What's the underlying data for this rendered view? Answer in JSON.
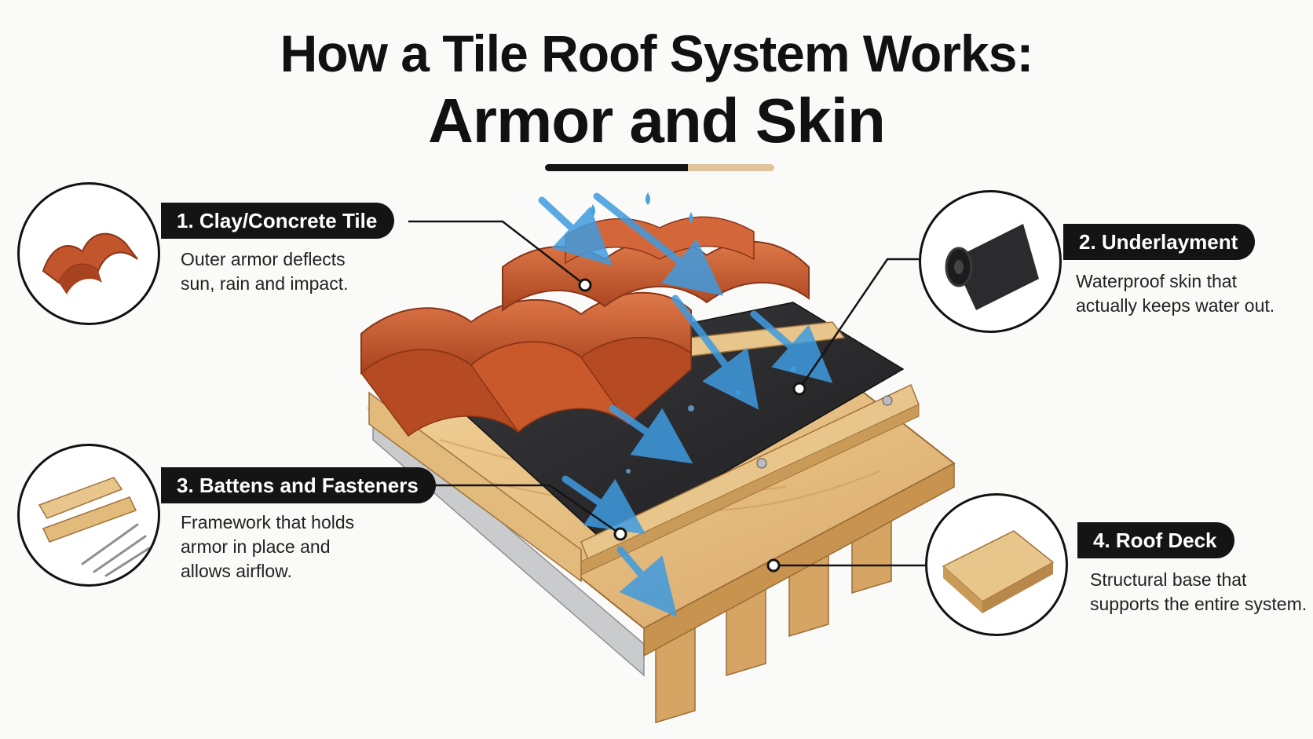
{
  "title": {
    "line1": "How a Tile Roof System Works:",
    "line2": "Armor and Skin"
  },
  "components": [
    {
      "label": "1. Clay/Concrete Tile",
      "description": [
        "Outer armor deflects",
        "sun, rain and impact."
      ],
      "icon": "clay-tile-icon"
    },
    {
      "label": "2. Underlayment",
      "description": [
        "Waterproof skin that",
        "actually keeps water out."
      ],
      "icon": "underlayment-roll-icon"
    },
    {
      "label": "3. Battens and Fasteners",
      "description": [
        "Framework that holds",
        "armor in place and",
        "allows airflow."
      ],
      "icon": "battens-nails-icon"
    },
    {
      "label": "4. Roof Deck",
      "description": [
        "Structural base that",
        "supports the entire system."
      ],
      "icon": "plywood-board-icon"
    }
  ],
  "colors": {
    "tile": "#c2552c",
    "underlayment": "#2b2b2d",
    "wood": "#e3bd82",
    "water": "#4aa3e0",
    "accent_tan": "#e0c29d",
    "ink": "#141414"
  }
}
